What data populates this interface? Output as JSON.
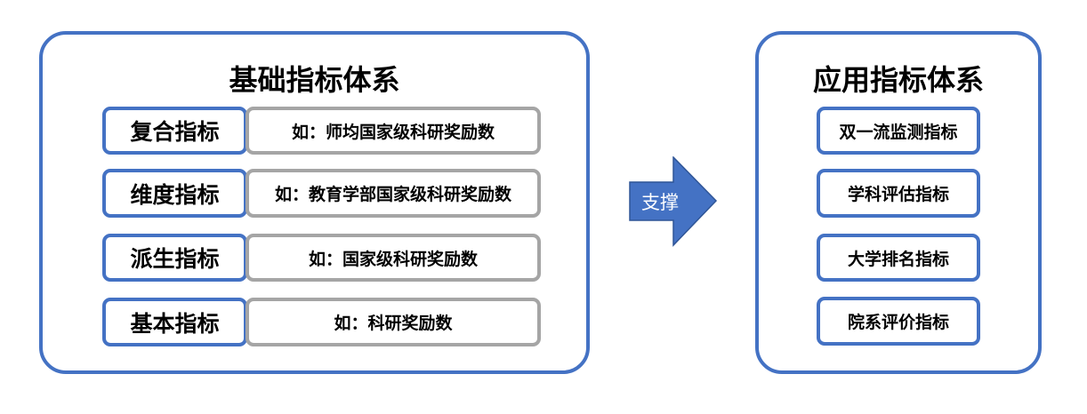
{
  "left_panel": {
    "title": "基础指标体系",
    "rows": [
      {
        "label": "复合指标",
        "example": "如：师均国家级科研奖励数"
      },
      {
        "label": "维度指标",
        "example": "如：教育学部国家级科研奖励数"
      },
      {
        "label": "派生指标",
        "example": "如：国家级科研奖励数"
      },
      {
        "label": "基本指标",
        "example": "如：科研奖励数"
      }
    ]
  },
  "arrow": {
    "label": "支撑",
    "color": "#4472C4"
  },
  "right_panel": {
    "title": "应用指标体系",
    "items": [
      "双一流监测指标",
      "学科评估指标",
      "大学排名指标",
      "院系评价指标"
    ]
  },
  "colors": {
    "accent": "#4472C4",
    "gray": "#A5A5A5"
  }
}
